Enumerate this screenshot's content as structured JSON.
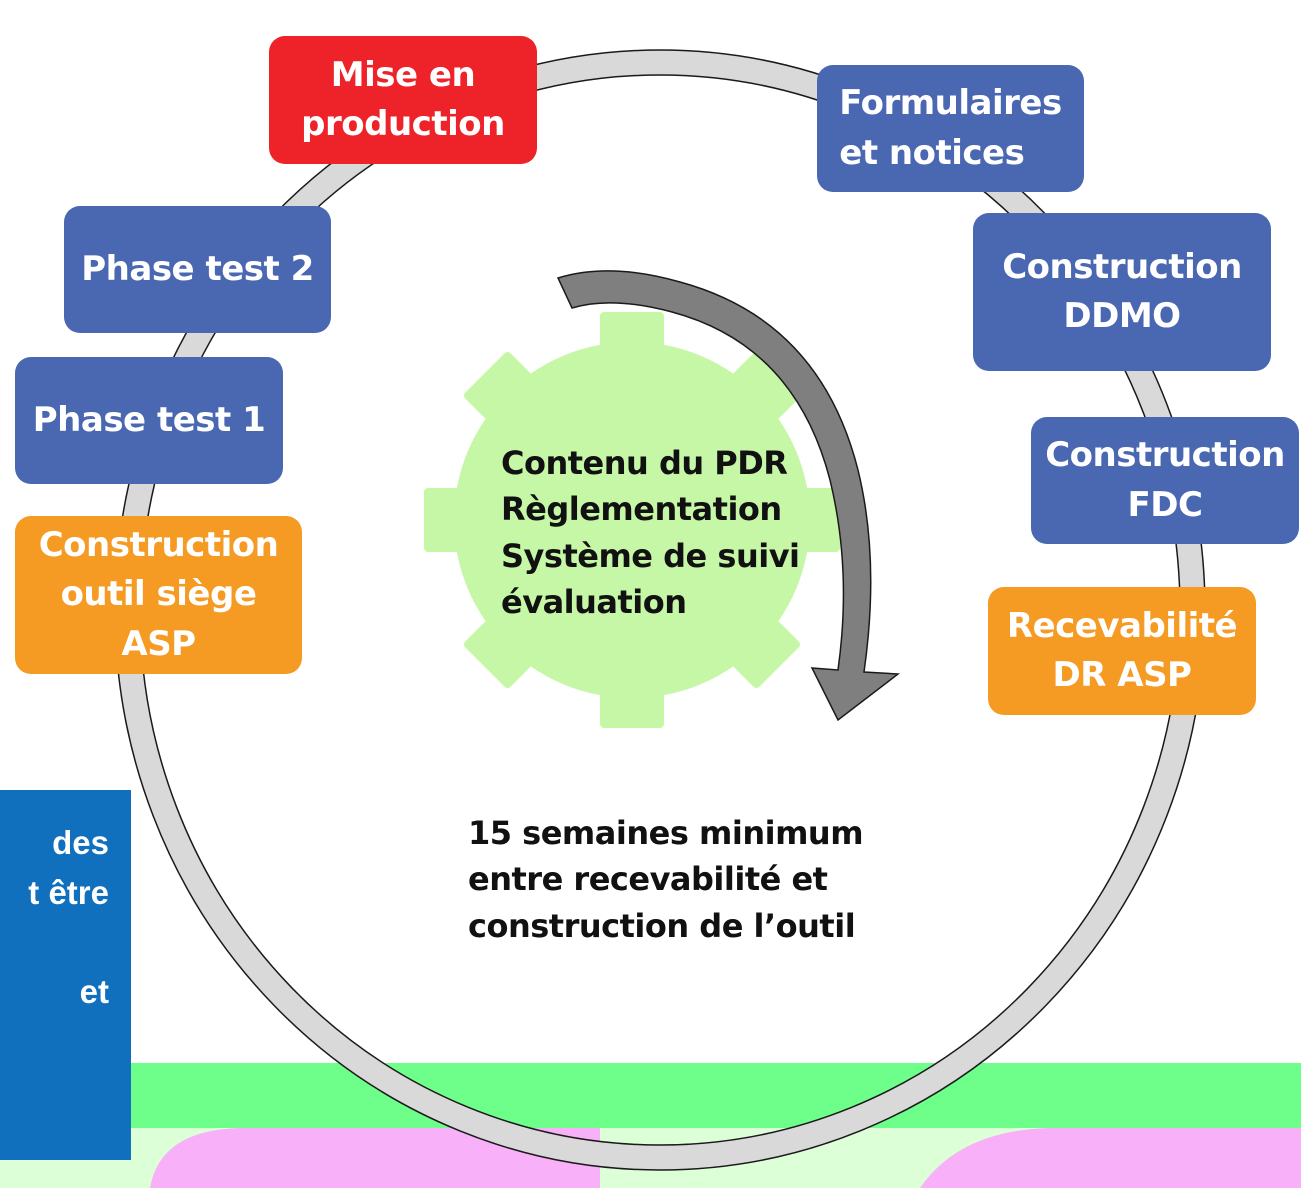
{
  "colors": {
    "blue_box": "#4a67b1",
    "red_box": "#ee2229",
    "orange_box": "#f59a23",
    "gear": "#c5f7a7",
    "arrow": "#7f7f7f",
    "ring": "#d9d9d9",
    "green_band": "#6dff8a",
    "pink_band": "#f8b0f8",
    "side_panel": "#1170bd"
  },
  "steps": [
    {
      "label": "Mise en\nproduction",
      "color": "red"
    },
    {
      "label": "Formulaires\net notices",
      "color": "blue"
    },
    {
      "label": "Construction\nDDMO",
      "color": "blue"
    },
    {
      "label": "Construction\nFDC",
      "color": "blue"
    },
    {
      "label": "Recevabilité\nDR ASP",
      "color": "orange"
    },
    {
      "label": "Construction\noutil siège\nASP",
      "color": "orange"
    },
    {
      "label": "Phase test 1",
      "color": "blue"
    },
    {
      "label": "Phase test 2",
      "color": "blue"
    }
  ],
  "gear_text": "Contenu du PDR\nRèglementation\nSystème de suivi\névaluation",
  "duration_text": "15 semaines minimum\nentre recevabilité et\nconstruction de l’outil",
  "side_panel_text": "des\nt être\n\net"
}
